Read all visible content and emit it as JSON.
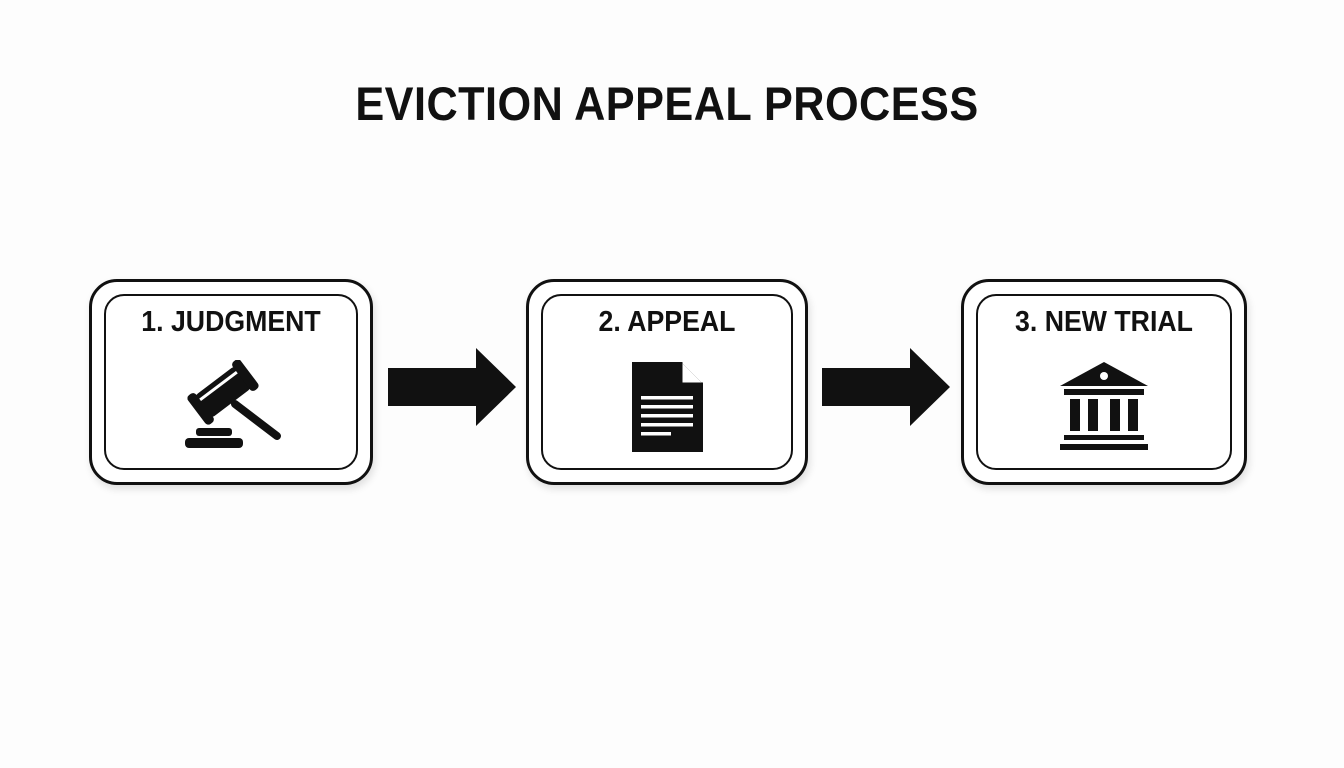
{
  "title": "EVICTION APPEAL PROCESS",
  "steps": [
    {
      "label": "1. JUDGMENT",
      "icon": "gavel-icon"
    },
    {
      "label": "2. APPEAL",
      "icon": "document-icon"
    },
    {
      "label": "3. NEW TRIAL",
      "icon": "courthouse-icon"
    }
  ],
  "colors": {
    "ink": "#111111",
    "background": "#fdfdfd",
    "box_fill": "#ffffff"
  }
}
